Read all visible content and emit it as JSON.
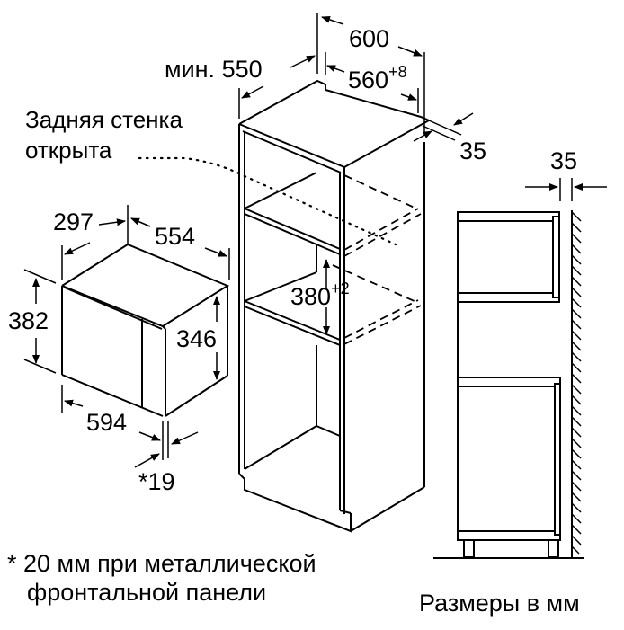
{
  "labels": {
    "back_wall": [
      "Задняя стенка",
      "открыта"
    ],
    "footnote": [
      "* 20 мм при металлической",
      "фронтальной панели"
    ],
    "units": "Размеры в мм"
  },
  "dimensions": {
    "cabinet_width": "600",
    "cabinet_depth_min_prefix": "мин.",
    "cabinet_depth_min": "550",
    "niche_width": "560",
    "niche_width_tol": "+8",
    "side_gap": "35",
    "niche_height": "380",
    "niche_height_tol": "+2",
    "appliance_depth_top": "297",
    "appliance_depth_side": "554",
    "appliance_height": "382",
    "appliance_inner_height": "346",
    "appliance_width": "594",
    "front_panel": "*19",
    "side_view_gap": "35"
  },
  "colors": {
    "line": "#000000",
    "background": "#ffffff"
  }
}
